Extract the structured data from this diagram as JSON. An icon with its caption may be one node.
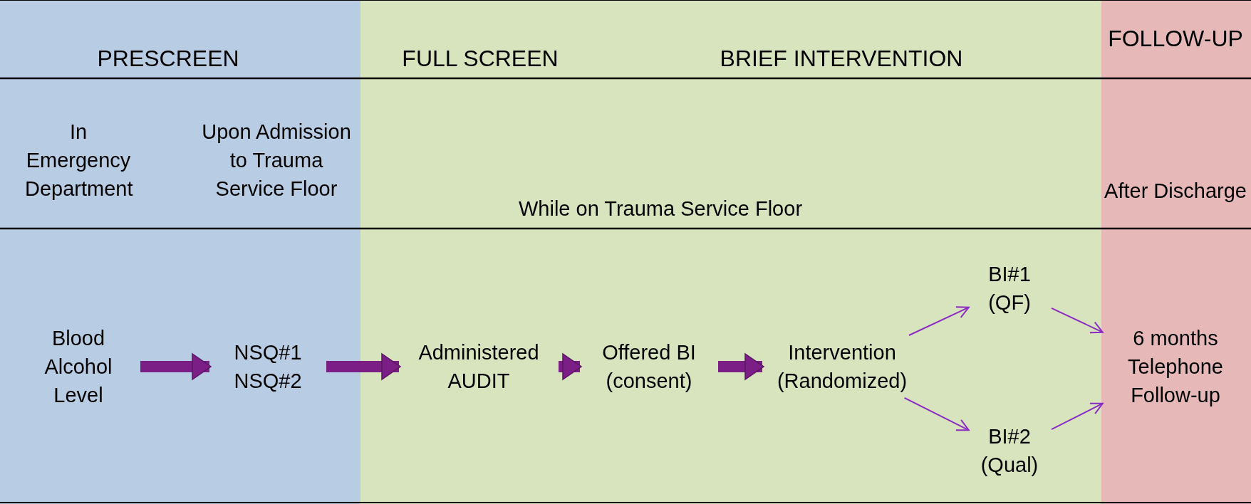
{
  "diagram": {
    "nodes": [
      {
        "text": [
          "PRESCREEN",
          "In Emergency Department",
          "Upon Admission to Trauma Service Floor"
        ]
      },
      {
        "text": [
          "FULL SCREEN",
          "BRIEF INTERVENTION",
          "While on Trauma Service Floor"
        ]
      },
      {
        "text": [
          "FOLLOW-UP",
          "After Discharge"
        ]
      },
      {
        "text": [
          "Blood Alcohol Level"
        ],
        "in": 0
      },
      {
        "text": [
          "NSQ#1 NSQ#2"
        ],
        "in": 0
      },
      {
        "text": [
          "Administered AUDIT"
        ],
        "in": 1
      },
      {
        "text": [
          "Offered BI (consent)"
        ],
        "in": 1
      },
      {
        "text": [
          "Intervention (Randomized)"
        ],
        "in": 1
      },
      {
        "text": [
          "BI#1 (QF)"
        ],
        "in": 1
      },
      {
        "text": [
          "BI#2 (Qual)"
        ],
        "in": 1
      },
      {
        "text": [
          "6 months Telephone Follow-up"
        ],
        "in": 2
      }
    ],
    "edges": [
      {
        "from": 3,
        "to": 4,
        "arrow": "to",
        "style": "thick"
      },
      {
        "from": 4,
        "to": 5,
        "arrow": "to",
        "style": "thick"
      },
      {
        "from": 5,
        "to": 6,
        "arrow": "to",
        "style": "thick"
      },
      {
        "from": 6,
        "to": 7,
        "arrow": "to",
        "style": "thick"
      },
      {
        "from": 7,
        "to": 8,
        "arrow": "to"
      },
      {
        "from": 7,
        "to": 9,
        "arrow": "to"
      },
      {
        "from": 8,
        "to": 10,
        "arrow": "to"
      },
      {
        "from": 9,
        "to": 10,
        "arrow": "to"
      }
    ]
  }
}
